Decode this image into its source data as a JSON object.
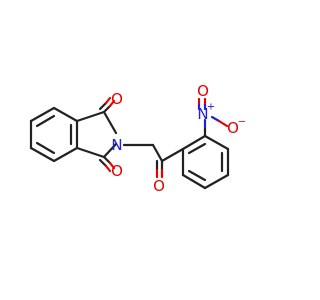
{
  "molecule": {
    "colors": {
      "carbon_bond": "#222222",
      "oxygen": "#e60000",
      "nitrogen": "#2020e0",
      "background": "#ffffff"
    },
    "atoms": {
      "phthalimide_O_top": {
        "symbol": "O"
      },
      "phthalimide_O_bottom": {
        "symbol": "O"
      },
      "imide_N": {
        "symbol": "N"
      },
      "ketone_O": {
        "symbol": "O"
      },
      "nitro_N": {
        "symbol": "N",
        "charge": "+"
      },
      "nitro_O_upper": {
        "symbol": "O",
        "charge": "−"
      },
      "nitro_O_lower": {
        "symbol": "O"
      }
    }
  }
}
